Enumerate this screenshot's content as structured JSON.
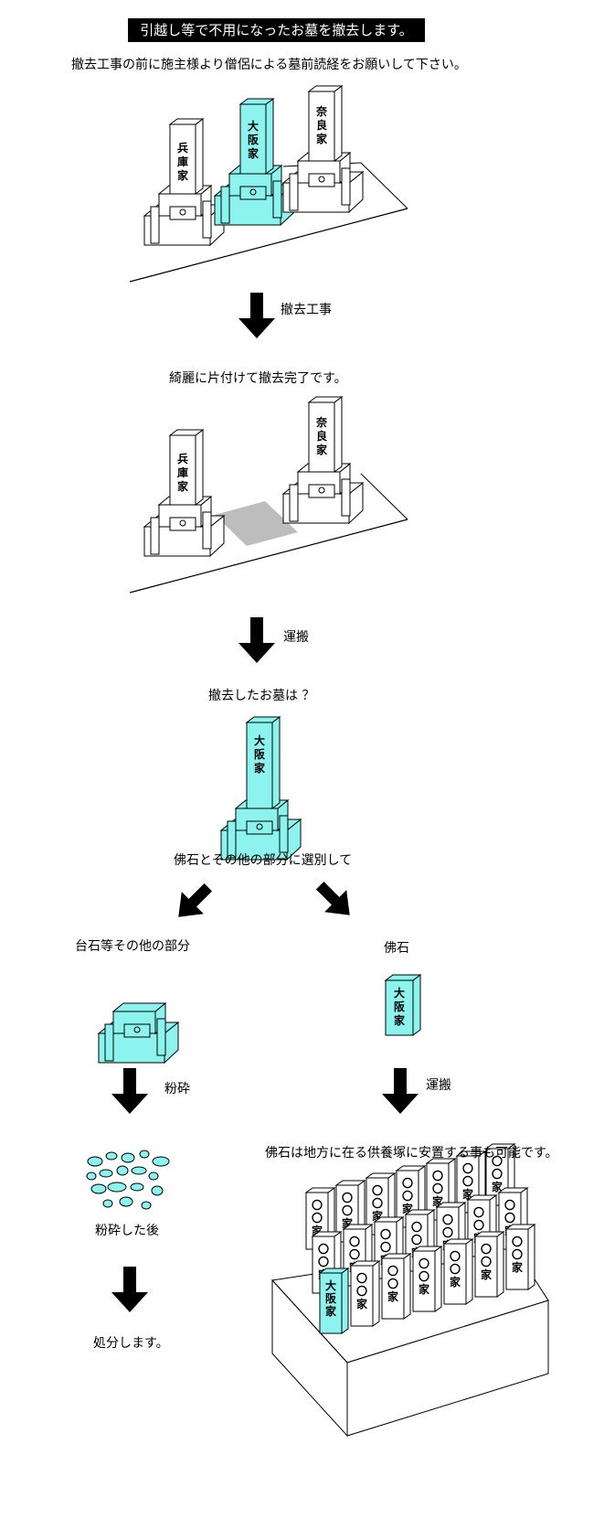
{
  "title": "引越し等で不用になったお墓を撤去します。",
  "intro": "撤去工事の前に施主様より僧侶による墓前読経をお願いして下さい。",
  "graves": {
    "hyogo": [
      "兵",
      "庫",
      "家"
    ],
    "osaka": [
      "大",
      "阪",
      "家"
    ],
    "nara": [
      "奈",
      "良",
      "家"
    ],
    "generic": [
      "〇",
      "〇",
      "家"
    ]
  },
  "steps": {
    "removal_work": "撤去工事",
    "cleaned": "綺麗に片付けて撤去完了です。",
    "transport1": "運搬",
    "question": "撤去したお墓は ？",
    "separate": "佛石とその他の部分に選別して",
    "left_label": "台石等その他の部分",
    "right_label": "佛石",
    "crush": "粉砕",
    "transport2": "運搬",
    "after_crush": "粉砕した後",
    "dispose": "処分します。",
    "memorial": "佛石は地方に在る供養塚に安置する事も可能です。"
  },
  "colors": {
    "accent": "#8cf3ee",
    "shadow": "#bdbdbd"
  }
}
